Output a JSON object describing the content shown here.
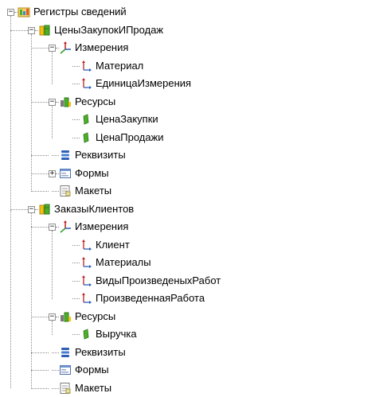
{
  "tree": {
    "root": {
      "label": "Регистры сведений",
      "expanded": true
    },
    "registers": [
      {
        "label": "ЦеныЗакупокИПродаж",
        "expanded": true,
        "dimensions": {
          "label": "Измерения",
          "items": [
            "Материал",
            "ЕдиницаИзмерения"
          ]
        },
        "resources": {
          "label": "Ресурсы",
          "items": [
            "ЦенаЗакупки",
            "ЦенаПродажи"
          ]
        },
        "attributes": {
          "label": "Реквизиты"
        },
        "forms": {
          "label": "Формы",
          "has_children": true
        },
        "templates": {
          "label": "Макеты"
        }
      },
      {
        "label": "ЗаказыКлиентов",
        "expanded": true,
        "dimensions": {
          "label": "Измерения",
          "items": [
            "Клиент",
            "Материалы",
            "ВидыПроизведеныхРабот",
            "ПроизведеннаяРабота"
          ]
        },
        "resources": {
          "label": "Ресурсы",
          "items": [
            "Выручка"
          ]
        },
        "attributes": {
          "label": "Реквизиты"
        },
        "forms": {
          "label": "Формы",
          "has_children": false
        },
        "templates": {
          "label": "Макеты"
        }
      }
    ],
    "toggle_symbols": {
      "expanded": "−",
      "collapsed": "+"
    },
    "icons": {
      "root": "registers-folder-icon",
      "register": "register-icon",
      "dimensions": "dimensions-axes-icon",
      "dimension": "dimension-icon",
      "resources": "resources-icon",
      "resource": "resource-icon",
      "attributes": "attributes-icon",
      "forms": "forms-icon",
      "templates": "templates-icon"
    },
    "colors": {
      "background": "#ffffff",
      "tree_lines": "#8c8c8c",
      "resource_green": "#4caf2a",
      "register_yellow": "#f2c20f",
      "axis_red": "#c02020",
      "axis_blue": "#2c5fb5"
    }
  }
}
